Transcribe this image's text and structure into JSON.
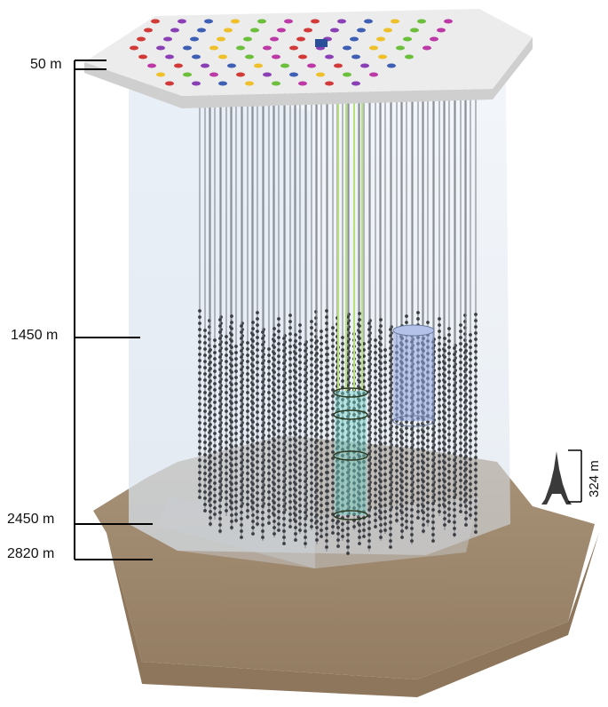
{
  "depth_markers": [
    {
      "label": "50 m"
    },
    {
      "label": "1450 m"
    },
    {
      "label": "2450 m"
    },
    {
      "label": "2820 m"
    }
  ],
  "reference_scale": {
    "label": "324 m",
    "icon": "eiffel-tower-icon"
  },
  "colors": {
    "ground": "#a58f74",
    "ground_dark": "#8d765c",
    "ice": "#dfe6f0",
    "string": "#8a8f96",
    "dom": "#3a3d42",
    "deepcore": "#6fd2c8",
    "deepcore_string": "#b8e07a",
    "amanda": "#8fa4e0",
    "surface": "#ececec"
  },
  "surface_station_colors": [
    "#d23a3a",
    "#8b3fb5",
    "#3f5fb5",
    "#f0c02a",
    "#6bbf3a",
    "#bd3aa6"
  ]
}
